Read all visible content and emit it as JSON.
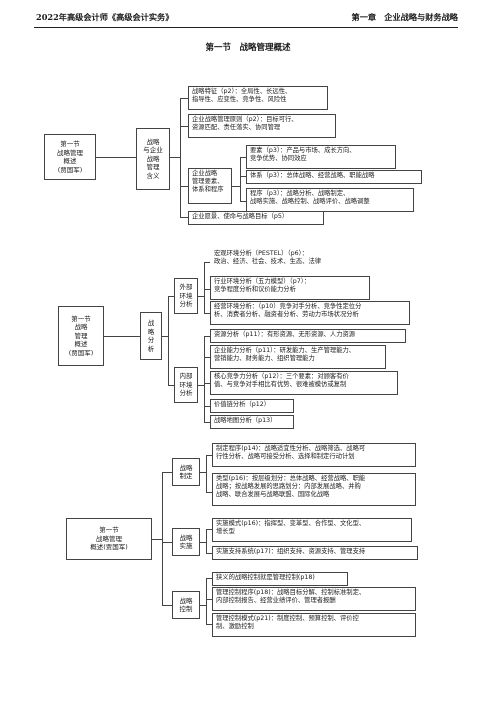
{
  "header": {
    "left": "2022年高级会计师《高级会计实务》",
    "right": "第一章　企业战略与财务战略"
  },
  "page_title": "第一节　战略管理概述",
  "map1": {
    "root": [
      "第一节",
      "战略管理",
      "概述",
      "(贾国军)"
    ],
    "mid": [
      "战略",
      "与企业",
      "战略",
      "管理",
      "含义"
    ],
    "n1": [
      "战略特征（p2）：全局性、长远性、",
      "指导性、应变性、竞争性、风险性"
    ],
    "n2": [
      "企业战略管理原则（p2）：目标可行、",
      "资源匹配、责任落实、协同管理"
    ],
    "n3": [
      "企业战略",
      "管理要素、",
      "体系和程序"
    ],
    "n3a": [
      "要素（p3）：产品与市场、成长方向、",
      "竞争优势、协同效应"
    ],
    "n3b": [
      "体系（p3）：总体战略、经营战略、职能战略"
    ],
    "n3c": [
      "程序（p3）：战略分析、战略制定、",
      "战略实施、战略控制、战略评价、战略调整"
    ],
    "n4": [
      "企业愿景、使命与战略目标（p5）"
    ]
  },
  "map2": {
    "root": [
      "第一节",
      "战略",
      "管理",
      "概述",
      "(贾国军)"
    ],
    "mid": [
      "战",
      "略",
      "分",
      "析"
    ],
    "ext": [
      "外部",
      "环境",
      "分析"
    ],
    "int": [
      "内部",
      "环境",
      "分析"
    ],
    "e1": [
      "宏观环境分析（PESTEL）（p6）：",
      "政治、经济、社会、技术、生态、法律"
    ],
    "e2": [
      "行业环境分析（五力模型）（p7）：",
      "竞争程度分析和议价能力分析"
    ],
    "e3": [
      "经营环境分析：（p10）竞争对手分析、竞争性定位分",
      "析、消费者分析、融资者分析、劳动力市场状况分析"
    ],
    "i1": [
      "资源分析（p11）：有形资源、无形资源、人力资源"
    ],
    "i2": [
      "企业能力分析（p11）：研发能力、生产管理能力、",
      "营销能力、财务能力、组织管理能力"
    ],
    "i3": [
      "核心竞争力分析（p12）：三个要素：对顾客有价",
      "值、与竞争对手相比有优势、很难被模仿或复制"
    ],
    "i4": [
      "价值链分析（p12）"
    ],
    "i5": [
      "战略地图分析（p13）"
    ]
  },
  "map3": {
    "root": [
      "第一节",
      "战略管理",
      "概述(贾国军)"
    ],
    "m1": [
      "战略",
      "制定"
    ],
    "m2": [
      "战略",
      "实施"
    ],
    "m3": [
      "战略",
      "控制"
    ],
    "a1": [
      "制定程序(p14)：战略适宜性分析、战略筛选、战略可",
      "行性分析、战略可接受分析、选择和制定行动计划"
    ],
    "a2": [
      "类型(p16)：按层级划分：总体战略、经营战略、职能",
      "战略；按战略发展的思路划分：内部发展战略、并购",
      "战略、联合发展与战略联盟、国际化战略"
    ],
    "b1": [
      "实施模式(p16)：指挥型、变革型、合作型、文化型、",
      "增长型"
    ],
    "b2": [
      "实施支持系统(p17)：组织支持、资源支持、管理支持"
    ],
    "c1": [
      "狭义的战略控制就是管理控制(p18)"
    ],
    "c2": [
      "管理控制程序(p18)：战略目标分解、控制标准制定、",
      "内部控制报告、经营业绩评价、管理者报酬"
    ],
    "c3": [
      "管理控制模式(p21)：制度控制、预算控制、评价控",
      "制、激励控制"
    ]
  }
}
